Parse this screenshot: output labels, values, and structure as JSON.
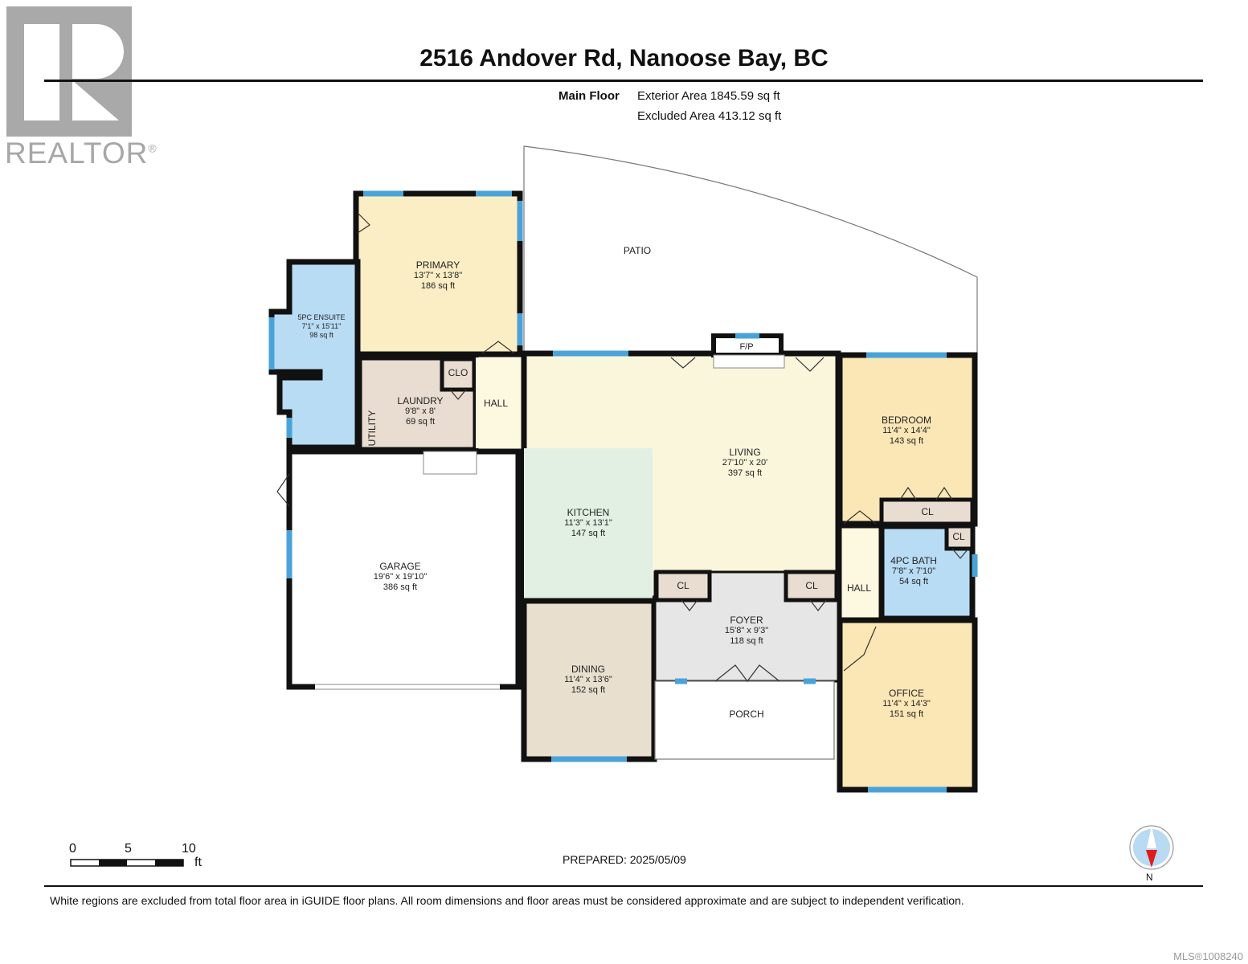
{
  "logo": {
    "text": "REALTOR",
    "mark": "®"
  },
  "title": "2516 Andover Rd, Nanoose Bay, BC",
  "floor": {
    "name": "Main Floor",
    "exterior_area": "Exterior Area 1845.59 sq ft",
    "excluded_area": "Excluded Area 413.12 sq ft"
  },
  "rooms": {
    "primary": {
      "name": "PRIMARY",
      "dims": "13'7\" x 13'8\"",
      "area": "186 sq ft"
    },
    "ensuite": {
      "name": "5PC ENSUITE",
      "dims": "7'1\" x 15'11\"",
      "area": "98 sq ft"
    },
    "laundry": {
      "name": "LAUNDRY",
      "dims": "9'8\" x 8'",
      "area": "69 sq ft"
    },
    "living": {
      "name": "LIVING",
      "dims": "27'10\" x 20'",
      "area": "397 sq ft"
    },
    "kitchen": {
      "name": "KITCHEN",
      "dims": "11'3\" x 13'1\"",
      "area": "147 sq ft"
    },
    "garage": {
      "name": "GARAGE",
      "dims": "19'6\" x 19'10\"",
      "area": "386 sq ft"
    },
    "dining": {
      "name": "DINING",
      "dims": "11'4\" x 13'6\"",
      "area": "152 sq ft"
    },
    "foyer": {
      "name": "FOYER",
      "dims": "15'8\" x 9'3\"",
      "area": "118 sq ft"
    },
    "bedroom": {
      "name": "BEDROOM",
      "dims": "11'4\" x 14'4\"",
      "area": "143 sq ft"
    },
    "bath": {
      "name": "4PC BATH",
      "dims": "7'8\" x 7'10\"",
      "area": "54 sq ft"
    },
    "office": {
      "name": "OFFICE",
      "dims": "11'4\" x 14'3\"",
      "area": "151 sq ft"
    }
  },
  "tags": {
    "patio": "PATIO",
    "porch": "PORCH",
    "hall": "HALL",
    "utility": "UTILITY",
    "clo": "CLO",
    "cl": "CL",
    "fp": "F/P"
  },
  "scale": {
    "labels": [
      "0",
      "5",
      "10"
    ],
    "unit": "ft"
  },
  "prepared": "PREPARED: 2025/05/09",
  "compass": "N",
  "disclaimer": "White regions are excluded from total floor area in iGUIDE floor plans. All room dimensions and floor areas must be considered approximate and are subject to independent verification.",
  "mls": "MLS®1008240",
  "colors": {
    "wall": "#111111",
    "window": "#4aa3d8",
    "bedroom_fill": "#fbe6b6",
    "primary_fill": "#fbeec4",
    "bath_fill": "#b9dcf5",
    "living_fill": "#faf6dc",
    "kitchen_fill": "#e1f0e3",
    "dining_fill": "#e9dfcf",
    "foyer_fill": "#e6e6e6",
    "closet_fill": "#e8ddd0"
  }
}
